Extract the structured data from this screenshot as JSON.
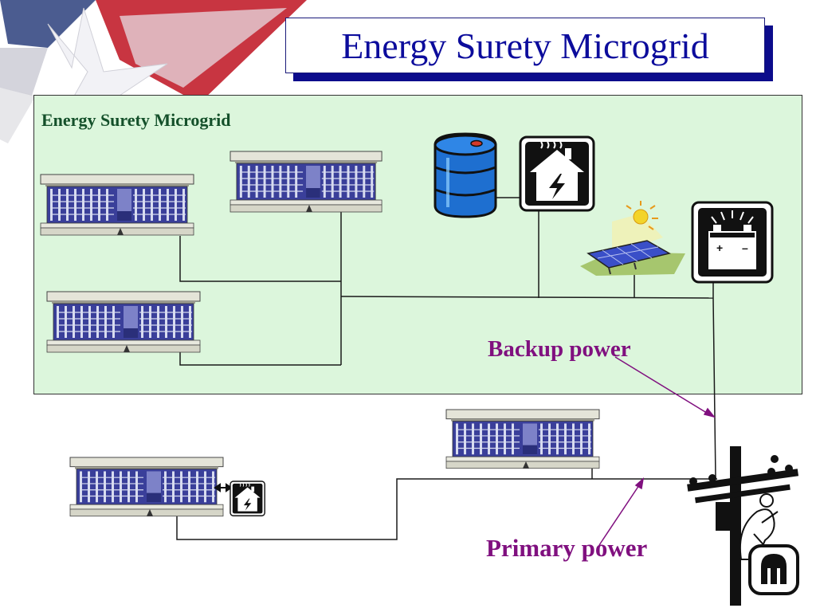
{
  "slide": {
    "title": "Energy Surety Microgrid",
    "panel_label": "Energy Surety Microgrid",
    "callouts": {
      "backup": "Backup power",
      "primary": "Primary power"
    }
  },
  "icons": {
    "logo": "star-flag-logo",
    "fuel": "fuel-barrel-icon",
    "generator": "generator-house-icon",
    "solar": "solar-panel-icon",
    "battery": "battery-icon",
    "utility": "utility-pole-worker-icon",
    "brand": "sandia-logo-icon",
    "building": "office-building-icon"
  },
  "colors": {
    "title": "#0c0c9c",
    "title_shadow": "#0c0c8c",
    "panel_bg": "#dcf6dc",
    "panel_label": "#14502a",
    "callout": "#80107f",
    "barrel": "#1e6fd0",
    "solar_panel": "#3a4fc8",
    "sun": "#f3d42a"
  }
}
